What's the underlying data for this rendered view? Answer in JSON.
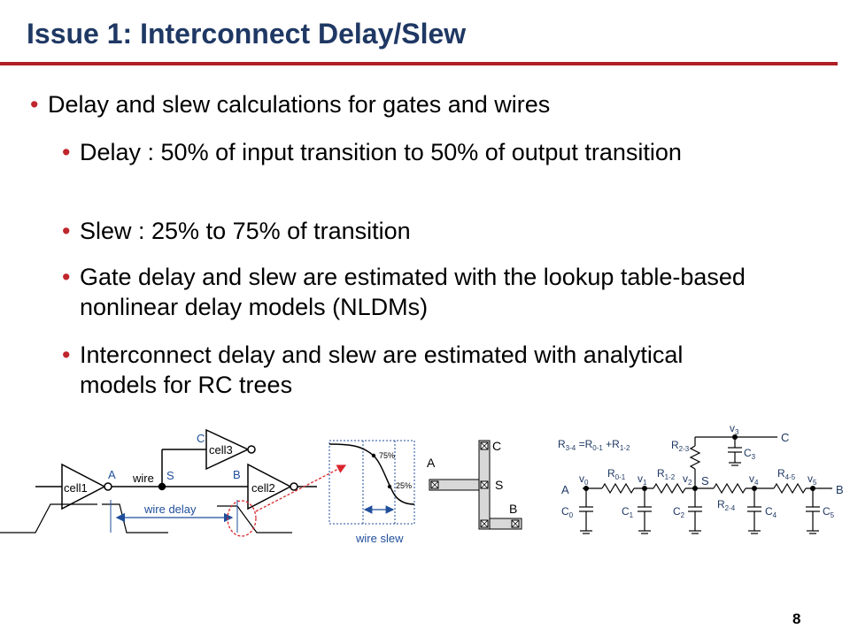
{
  "slide": {
    "title": "Issue 1: Interconnect Delay/Slew",
    "page_number": "8",
    "bullets": [
      "Delay and slew calculations for gates and wires",
      "Delay : 50% of input transition to 50% of output transition",
      "Slew : 25% to 75% of transition",
      "Gate delay and slew are estimated with the lookup table-based nonlinear delay models (NLDMs)",
      "Interconnect delay and slew are estimated with analytical models for RC trees"
    ],
    "bullet_glyph": "•"
  },
  "colors": {
    "title": "#1f3864",
    "rule": "#b01f24",
    "bullet": "#c0262d",
    "annotation_blue": "#1f4e9b",
    "red_dashed": "#d9262c"
  },
  "fig_gate": {
    "cell1": "cell1",
    "cell2": "cell2",
    "cell3": "cell3",
    "label_A": "A",
    "label_B": "B",
    "label_C": "C",
    "label_S": "S",
    "wire": "wire",
    "wire_delay": "wire delay"
  },
  "fig_slew": {
    "pct_75": "75%",
    "pct_25": "25%",
    "wire_slew": "wire slew"
  },
  "fig_layout": {
    "label_A": "A",
    "label_B": "B",
    "label_C": "C",
    "label_S": "S"
  },
  "fig_rc": {
    "eq_lhs": "R",
    "eq_lhs_sub": "3-4",
    "eq_mid": " =R",
    "eq_mid_sub": "0-1",
    "eq_plus": " +R",
    "eq_plus_sub": "1-2",
    "node_A": "A",
    "node_B": "B",
    "node_C": "C",
    "node_S": "S",
    "v0": "v",
    "v0_sub": "0",
    "v1": "v",
    "v1_sub": "1",
    "v2": "v",
    "v2_sub": "2",
    "v3": "v",
    "v3_sub": "3",
    "v4": "v",
    "v4_sub": "4",
    "v5": "v",
    "v5_sub": "5",
    "R01": "R",
    "R01_sub": "0-1",
    "R12": "R",
    "R12_sub": "1-2",
    "R23": "R",
    "R23_sub": "2-3",
    "R24": "R",
    "R24_sub": "2-4",
    "R45": "R",
    "R45_sub": "4-5",
    "C0": "C",
    "C0_sub": "0",
    "C1": "C",
    "C1_sub": "1",
    "C2": "C",
    "C2_sub": "2",
    "C3": "C",
    "C3_sub": "3",
    "C4": "C",
    "C4_sub": "4",
    "C5": "C",
    "C5_sub": "5"
  }
}
